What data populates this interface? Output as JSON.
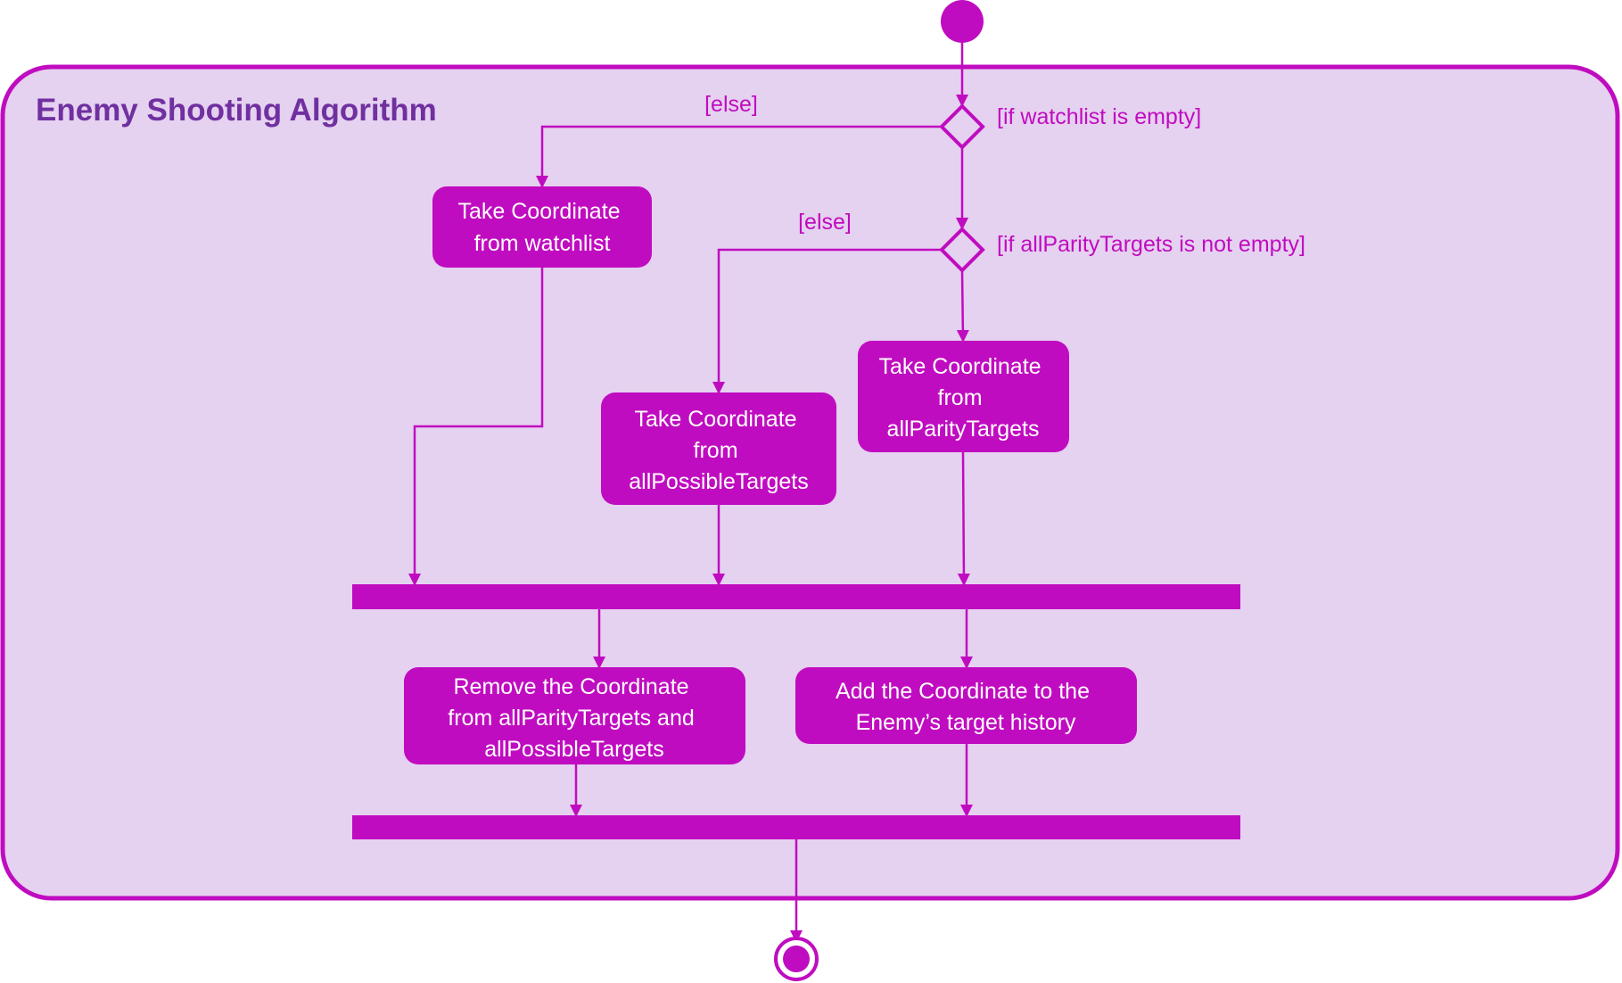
{
  "title": "Enemy Shooting Algorithm",
  "colors": {
    "accent": "#c00cc0",
    "frame_fill": "#e5d1f0",
    "title": "#7030a0",
    "node_text": "#ffffff"
  },
  "guards": {
    "else_1": "[else]",
    "if_watchlist_empty": "[if watchlist is empty]",
    "else_2": "[else]",
    "if_parity_not_empty": "[if allParityTargets is not empty]"
  },
  "actions": {
    "take_watchlist": [
      "Take Coordinate",
      "from watchlist"
    ],
    "take_possible": [
      "Take Coordinate",
      "from",
      "allPossibleTargets"
    ],
    "take_parity": [
      "Take Coordinate",
      "from",
      "allParityTargets"
    ],
    "remove": [
      "Remove the Coordinate",
      "from allParityTargets and",
      "allPossibleTargets"
    ],
    "add_history": [
      "Add the Coordinate to the",
      "Enemy’s target history"
    ]
  }
}
